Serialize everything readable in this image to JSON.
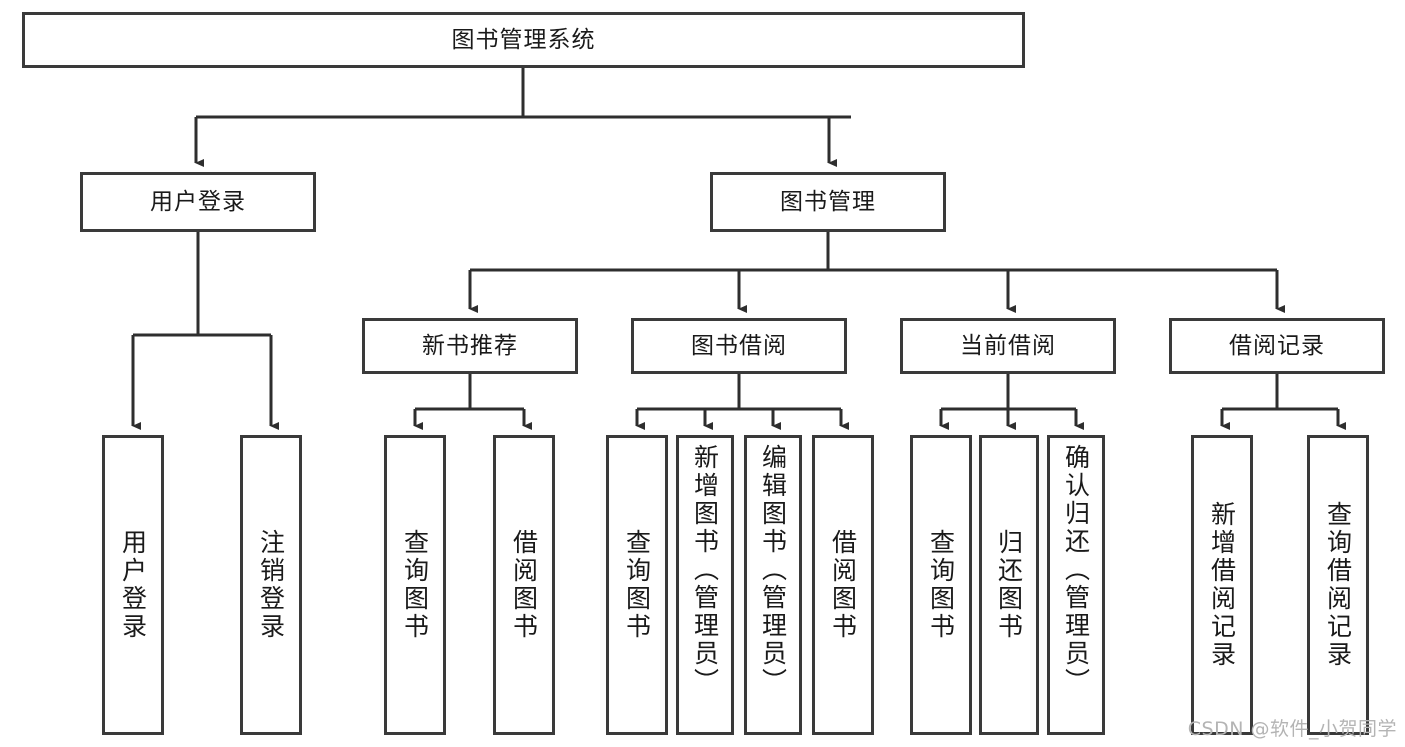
{
  "diagram": {
    "title": "图书管理系统",
    "type": "tree-hierarchy",
    "root": {
      "label": "图书管理系统"
    },
    "level2": [
      {
        "label": "用户登录"
      },
      {
        "label": "图书管理"
      }
    ],
    "level3": [
      {
        "label": "新书推荐"
      },
      {
        "label": "图书借阅"
      },
      {
        "label": "当前借阅"
      },
      {
        "label": "借阅记录"
      }
    ],
    "leaves": {
      "user_login": [
        {
          "label": "用户登录"
        },
        {
          "label": "注销登录"
        }
      ],
      "new_book_recommend": [
        {
          "label": "查询图书"
        },
        {
          "label": "借阅图书"
        }
      ],
      "book_borrow": [
        {
          "label": "查询图书"
        },
        {
          "label": "新增图书（管理员）"
        },
        {
          "label": "编辑图书（管理员）"
        },
        {
          "label": "借阅图书"
        }
      ],
      "current_borrow": [
        {
          "label": "查询图书"
        },
        {
          "label": "归还图书"
        },
        {
          "label": "确认归还（管理员）"
        }
      ],
      "borrow_record": [
        {
          "label": "新增借阅记录"
        },
        {
          "label": "查询借阅记录"
        }
      ]
    }
  },
  "watermark": {
    "text": "CSDN @软件_小贺同学"
  },
  "colors": {
    "border": "#3a3a3a",
    "text": "#1a1a1a",
    "background": "#ffffff",
    "watermark": "#b4b4b4"
  }
}
